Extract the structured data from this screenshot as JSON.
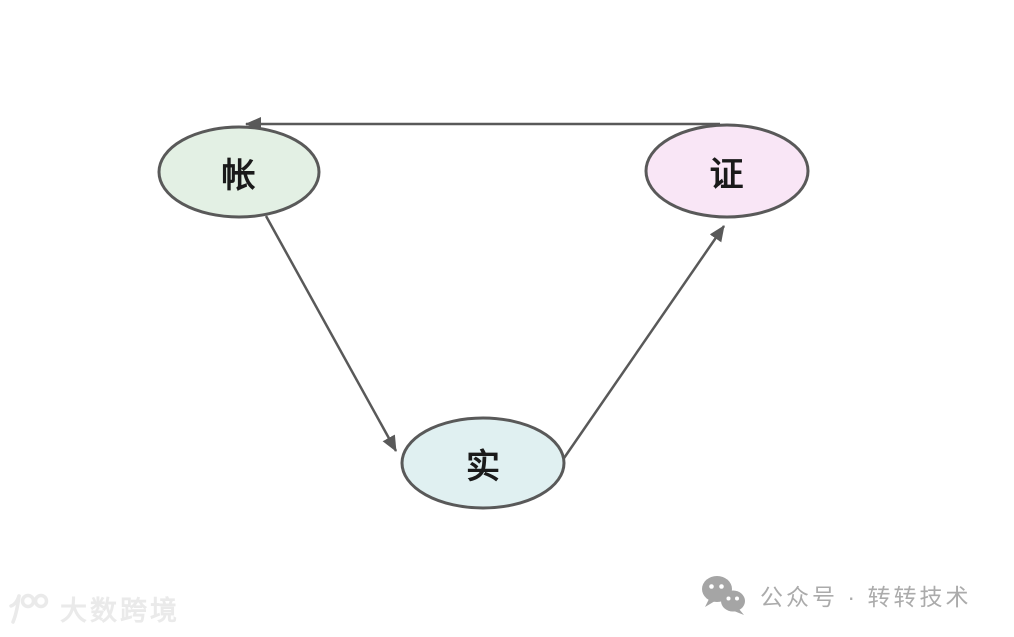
{
  "diagram": {
    "title": "account-voucher-reality cycle diagram",
    "stroke_color": "#595959",
    "nodes": [
      {
        "id": "zhang",
        "label": "帐",
        "fill": "#e3f0e4"
      },
      {
        "id": "zheng",
        "label": "证",
        "fill": "#f9e6f6"
      },
      {
        "id": "shi",
        "label": "实",
        "fill": "#e0f0f1"
      }
    ],
    "edges": [
      {
        "from": "证",
        "to": "帐"
      },
      {
        "from": "帐",
        "to": "实"
      },
      {
        "from": "实",
        "to": "证"
      }
    ]
  },
  "watermarks": {
    "bottom_left": {
      "icon": "dashukuajing-logo",
      "text": "大数跨境",
      "color": "#eaeaea"
    },
    "bottom_right": {
      "icon": "wechat-icon",
      "text": "公众号 · 转转技术",
      "color": "#ababab"
    }
  }
}
